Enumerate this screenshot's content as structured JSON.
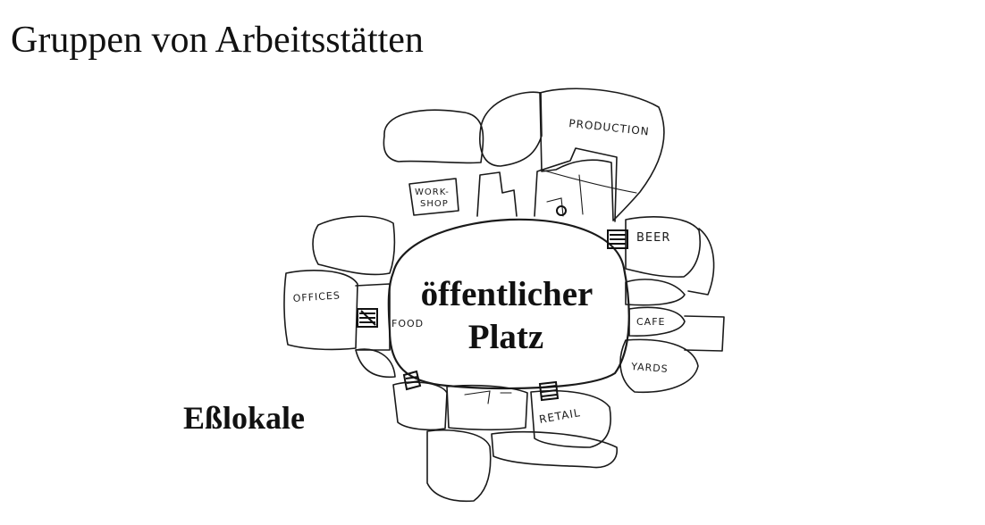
{
  "title": "Gruppen von Arbeitsstätten",
  "center": {
    "line1": "öffentlicher",
    "line2": "Platz"
  },
  "side_label": "Eßlokale",
  "labels": {
    "production": "PRODUCTION",
    "workshop_line1": "WORK-",
    "workshop_line2": "SHOP",
    "beer": "BEER",
    "offices": "OFFICES",
    "food": "FOOD",
    "cafe": "CAFE",
    "yards": "YARDS",
    "retail": "RETAIL"
  }
}
